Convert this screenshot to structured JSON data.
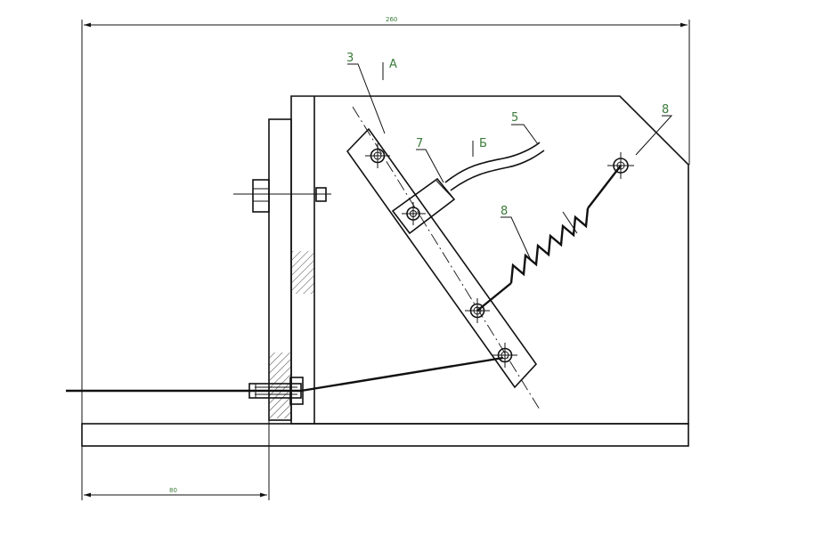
{
  "dimensions": {
    "overall_width": "260",
    "offset": "80"
  },
  "callouts": {
    "c3": "3",
    "c5": "5",
    "c7": "7",
    "c8_spring": "8",
    "c8_pin": "8"
  },
  "section_marks": {
    "a": "А",
    "b": "Б"
  },
  "colors": {
    "line": "#111111",
    "label": "#3a7a3a"
  }
}
